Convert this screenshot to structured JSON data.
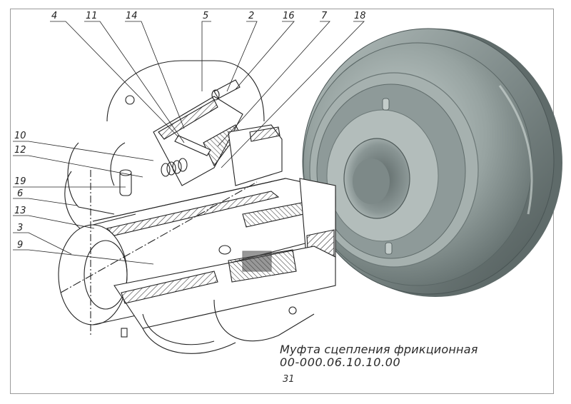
{
  "callouts": [
    {
      "id": "c4",
      "label": "4"
    },
    {
      "id": "c11",
      "label": "11"
    },
    {
      "id": "c14",
      "label": "14"
    },
    {
      "id": "c5",
      "label": "5"
    },
    {
      "id": "c2",
      "label": "2"
    },
    {
      "id": "c16",
      "label": "16"
    },
    {
      "id": "c7",
      "label": "7"
    },
    {
      "id": "c18",
      "label": "18"
    },
    {
      "id": "c10",
      "label": "10"
    },
    {
      "id": "c12",
      "label": "12"
    },
    {
      "id": "c19",
      "label": "19"
    },
    {
      "id": "c6",
      "label": "6"
    },
    {
      "id": "c13",
      "label": "13"
    },
    {
      "id": "c3",
      "label": "3"
    },
    {
      "id": "c9",
      "label": "9"
    }
  ],
  "caption": {
    "title": "Муфта сцепления фрикционная",
    "code": "00-000.06.10.10.00"
  },
  "page_number": "31",
  "colors": {
    "render_body": "#8f9b99",
    "render_highlight": "#c9d3d1",
    "render_shadow": "#4a5555",
    "line": "#222222",
    "hatch": "#333333"
  }
}
